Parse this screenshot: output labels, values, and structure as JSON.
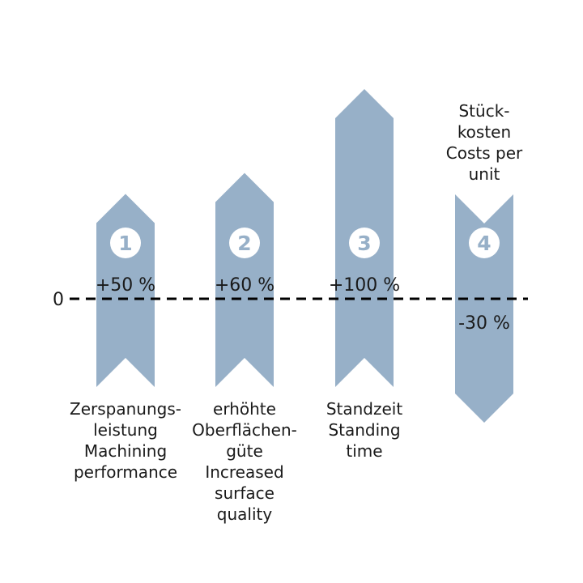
{
  "colors": {
    "arrow": "#97b0c8",
    "circle": "#ffffff",
    "number": "#97b0c8",
    "text": "#1a1a1a",
    "dash": "#000000"
  },
  "chart_data": {
    "type": "bar",
    "title": "",
    "xlabel": "",
    "ylabel": "",
    "baseline_label": "0",
    "categories": [
      {
        "number": "1",
        "value": 50,
        "value_label": "+50 %",
        "label_lines": [
          "Zerspanungs-",
          "leistung",
          "Machining",
          "performance"
        ]
      },
      {
        "number": "2",
        "value": 60,
        "value_label": "+60 %",
        "label_lines": [
          "erhöhte",
          "Oberflächen-",
          "güte",
          "Increased",
          "surface",
          "quality"
        ]
      },
      {
        "number": "3",
        "value": 100,
        "value_label": "+100 %",
        "label_lines": [
          "Standzeit",
          "Standing",
          "time"
        ]
      },
      {
        "number": "4",
        "value": -30,
        "value_label": "-30 %",
        "label_lines": [
          "Stück-",
          "kosten",
          "Costs per",
          "unit"
        ]
      }
    ],
    "ylim": [
      -30,
      100
    ],
    "grid": false,
    "legend": "none"
  }
}
